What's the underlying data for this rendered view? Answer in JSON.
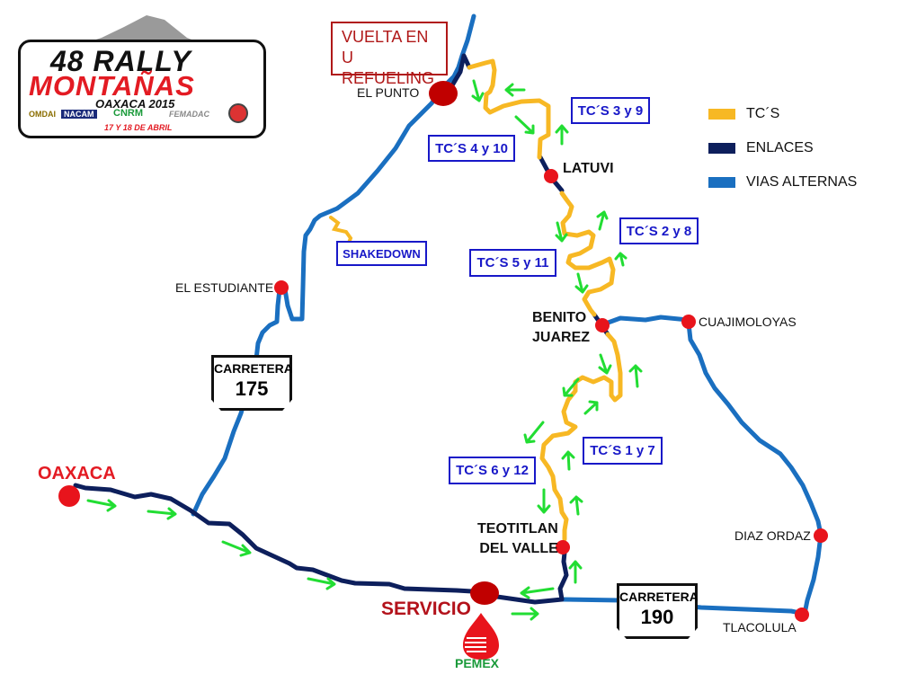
{
  "logo": {
    "line1": "48 RALLY",
    "line2": "MONTAÑAS",
    "line3": "OAXACA 2015",
    "dates": "17 Y 18 DE ABRIL",
    "sponsors": [
      "OMDAI",
      "NACAM",
      "CNRM",
      "FEMADAC"
    ]
  },
  "legend": {
    "items": [
      {
        "label": "TC´S",
        "color": "#f7b824"
      },
      {
        "label": "ENLACES",
        "color": "#0d1f5c"
      },
      {
        "label": "VIAS ALTERNAS",
        "color": "#1a6fc0"
      }
    ]
  },
  "colors": {
    "stage": "#f7b824",
    "link": "#0d1f5c",
    "alternate": "#1a6fc0",
    "arrow": "#22dd33",
    "point": "#e8141c",
    "refuel_point": "#c00000"
  },
  "callouts": {
    "uturn": [
      "VUELTA EN U",
      "REFUELING"
    ],
    "shakedown": "SHAKEDOWN"
  },
  "stages": [
    {
      "label": "TC´S 3 y 9"
    },
    {
      "label": "TC´S 4 y 10"
    },
    {
      "label": "TC´S 2 y 8"
    },
    {
      "label": "TC´S 5 y 11"
    },
    {
      "label": "TC´S 1 y 7"
    },
    {
      "label": "TC´S 6 y 12"
    }
  ],
  "places": {
    "el_punto": "EL PUNTO",
    "latuvi": "LATUVI",
    "el_estudiante": "EL ESTUDIANTE",
    "benito_juarez": [
      "BENITO",
      "JUAREZ"
    ],
    "cuajimoloyas": "CUAJIMOLOYAS",
    "teotitlan": [
      "TEOTITLAN",
      "DEL VALLE"
    ],
    "diaz_ordaz": "DIAZ ORDAZ",
    "tlacolula": "TLACOLULA",
    "oaxaca": "OAXACA",
    "servicio": "SERVICIO"
  },
  "road_signs": [
    {
      "title": "CARRETERA",
      "number": "175"
    },
    {
      "title": "CARRETERA",
      "number": "190"
    }
  ],
  "pemex": "PEMEX"
}
